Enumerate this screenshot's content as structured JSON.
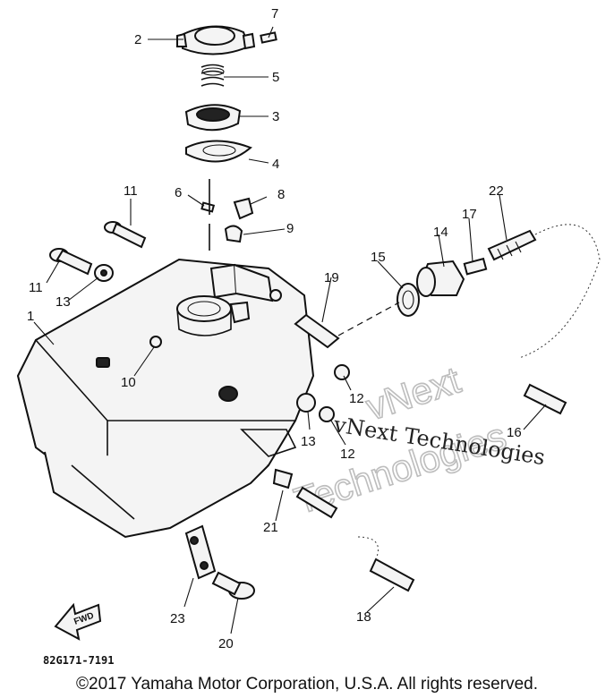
{
  "callouts": [
    "1",
    "2",
    "3",
    "4",
    "5",
    "6",
    "7",
    "8",
    "9",
    "10",
    "11",
    "11",
    "12",
    "12",
    "13",
    "13",
    "14",
    "15",
    "16",
    "17",
    "18",
    "19",
    "20",
    "21",
    "22",
    "23"
  ],
  "watermark": {
    "line1": "vNext Technologies",
    "line2": "vNext",
    "line3": "Technologies"
  },
  "figure_code": "82G171-7191",
  "fwd_label": "FWD",
  "copyright": "©2017 Yamaha Motor Corporation, U.S.A. All rights reserved."
}
